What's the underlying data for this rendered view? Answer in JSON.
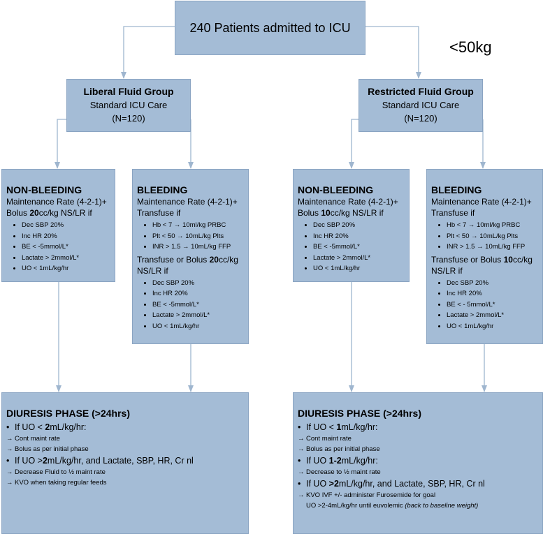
{
  "top": {
    "title": "240 Patients admitted to ICU"
  },
  "weight_note": "<50kg",
  "liberal": {
    "title": "Liberal Fluid Group",
    "subtitle": "Standard ICU Care",
    "n": "(N=120)"
  },
  "restricted": {
    "title": "Restricted Fluid Group",
    "subtitle": "Standard ICU Care",
    "n": "(N=120)"
  },
  "liberal_nonbleeding": {
    "title": "NON-BLEEDING",
    "line1": "Maintenance Rate (4-2-1)+",
    "bolus_pre": "Bolus ",
    "bolus_num": "20",
    "bolus_post": "cc/kg NS/LR if",
    "bullets": [
      "Dec SBP 20%",
      "Inc HR 20%",
      "BE < -5mmol/L*",
      "Lactate > 2mmol/L*",
      "UO < 1mL/kg/hr"
    ]
  },
  "liberal_bleeding": {
    "title": "BLEEDING",
    "line1": "Maintenance Rate (4-2-1)+",
    "line2": "Transfuse if",
    "transfuse": [
      "Hb < 7 → 10ml/kg PRBC",
      "Plt < 50 → 10mL/kg Plts",
      "INR > 1.5 → 10mL/kg FFP"
    ],
    "tb_pre": "Transfuse or Bolus ",
    "tb_num": "20",
    "tb_post": "cc/kg",
    "line_ns": "NS/LR if",
    "bullets": [
      "Dec SBP 20%",
      "Inc HR 20%",
      "BE < -5mmol/L*",
      "Lactate > 2mmol/L*",
      "UO < 1mL/kg/hr"
    ]
  },
  "restricted_nonbleeding": {
    "title": "NON-BLEEDING",
    "line1": "Maintenance Rate (4-2-1)+",
    "bolus_pre": "Bolus ",
    "bolus_num": "10",
    "bolus_post": "cc/kg NS/LR if",
    "bullets": [
      "Dec SBP 20%",
      "Inc HR 20%",
      "BE < -5mmol/L*",
      "Lactate > 2mmol/L*",
      "UO < 1mL/kg/hr"
    ]
  },
  "restricted_bleeding": {
    "title": "BLEEDING",
    "line1": "Maintenance Rate (4-2-1)+",
    "line2": "Transfuse if",
    "transfuse": [
      "Hb < 7 → 10ml/kg PRBC",
      "Plt < 50 → 10mL/kg Plts",
      "INR > 1.5 → 10mL/kg FFP"
    ],
    "tb_pre": "Transfuse or Bolus ",
    "tb_num": "10",
    "tb_post": "cc/kg",
    "line_ns": "NS/LR if",
    "bullets": [
      "Dec SBP 20%",
      "Inc HR 20%",
      "BE < - 5mmol/L*",
      "Lactate > 2mmol/L*",
      "UO < 1mL/kg/hr"
    ]
  },
  "liberal_diuresis": {
    "title": "DIURESIS PHASE (>24hrs)",
    "c1_pre": "If UO < ",
    "c1_num": "2",
    "c1_post": "mL/kg/hr:",
    "a1": "Cont maint rate",
    "a2": "Bolus as per initial phase",
    "c2_pre": "If UO >",
    "c2_num": "2",
    "c2_post": "mL/kg/hr, and Lactate, SBP, HR, Cr nl",
    "a3": "Decrease Fluid to ½ maint rate",
    "a4": "KVO when taking regular feeds"
  },
  "restricted_diuresis": {
    "title": "DIURESIS PHASE (>24hrs)",
    "c1_pre": "If UO < ",
    "c1_num": "1",
    "c1_post": "mL/kg/hr:",
    "a1": "Cont maint rate",
    "a2": "Bolus as per initial phase",
    "c2_pre": "If UO ",
    "c2_num": "1-2",
    "c2_post": "mL/kg/hr:",
    "a3": "Decrease to ½  maint rate",
    "c3_pre": "If UO ",
    "c3_num": ">2",
    "c3_post": "mL/kg/hr, and Lactate, SBP, HR, Cr nl",
    "a4": "KVO IVF +/- administer Furosemide for goal",
    "a5_main": "UO >2-4mL/kg/hr until euvolemic ",
    "a5_italic": "(back to baseline weight)"
  },
  "symbols": {
    "arrow": "→",
    "bullet": "•"
  },
  "colors": {
    "box_fill": "#a4bcd6",
    "connector": "#9fb6cf"
  }
}
